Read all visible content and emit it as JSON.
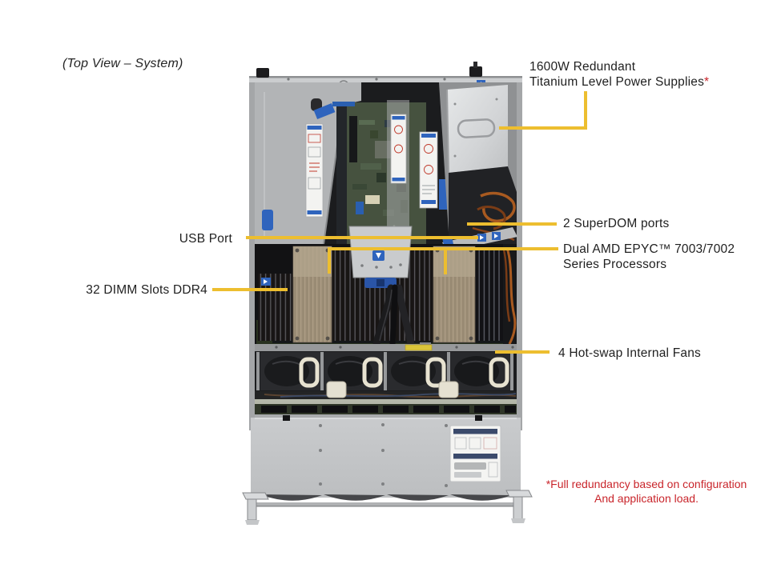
{
  "title": {
    "text": "(Top View – System)"
  },
  "callouts": {
    "power": {
      "line1": "1600W Redundant",
      "line2": "Titanium Level Power Supplies",
      "marker": "*"
    },
    "superdom": {
      "label": "2 SuperDOM ports"
    },
    "usb": {
      "label": "USB Port"
    },
    "epyc": {
      "line1": "Dual AMD EPYC™ 7003/7002",
      "line2": "Series Processors"
    },
    "dimm": {
      "label": "32 DIMM Slots DDR4"
    },
    "fans": {
      "label": "4 Hot-swap Internal Fans"
    }
  },
  "footnote": {
    "line1": "*Full redundancy based on configuration",
    "line2": "And application load."
  },
  "colors": {
    "callout_line": "#EDBE2F",
    "label_text": "#1F1F1F",
    "footnote_red": "#C9252B",
    "chassis_gray": "#B6B8BA",
    "interior_black": "#141416",
    "motherboard_green": "#46523F",
    "heatsink_tan": "#9B8D77",
    "sticker_blue": "#2F64BD",
    "fan_dark": "#232427",
    "handle_cream": "#E8E3D1"
  }
}
